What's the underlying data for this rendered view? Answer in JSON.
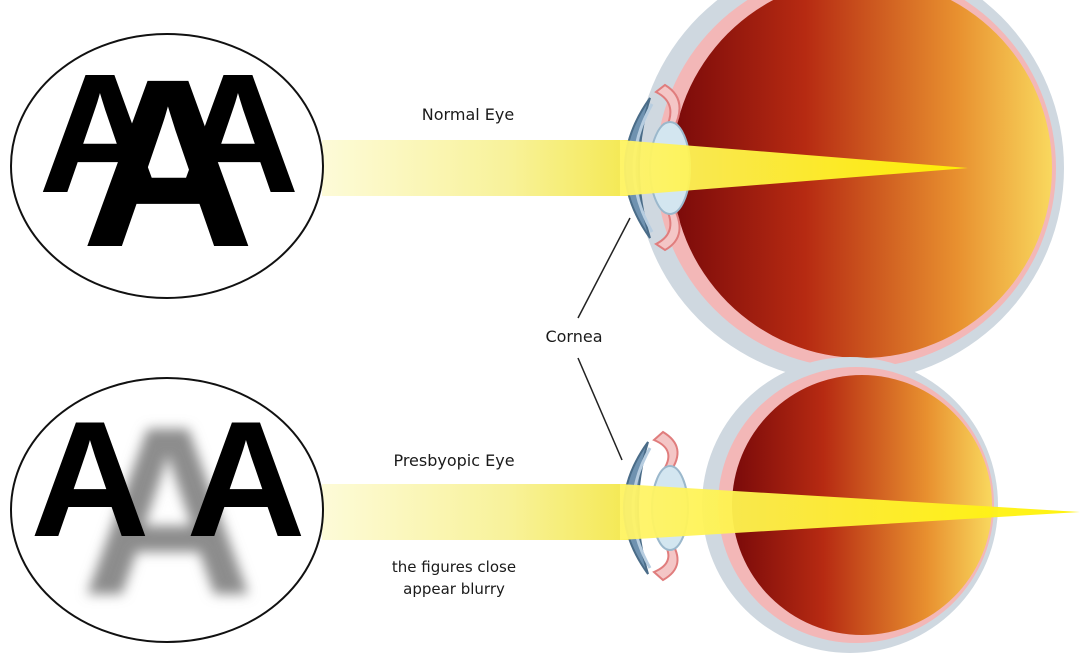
{
  "labels": {
    "normal_eye": "Normal Eye",
    "cornea": "Cornea",
    "presbyopic_eye": "Presbyopic Eye",
    "note_line1": "the figures close",
    "note_line2": "appear blurry"
  },
  "chart_letters": {
    "top": [
      "A",
      "A",
      "A"
    ],
    "bottom": [
      "A",
      "A",
      "A"
    ]
  },
  "colors": {
    "letter": "#000000",
    "blurred_letter": "#8c8c8c",
    "light_beam": "#f6ee2c",
    "retina_dark": "#8c0f0f",
    "retina_light": "#f8d45a",
    "sclera": "#c9d3dc",
    "lens": "#cfe3ee",
    "cornea": "#5c7f9c"
  }
}
